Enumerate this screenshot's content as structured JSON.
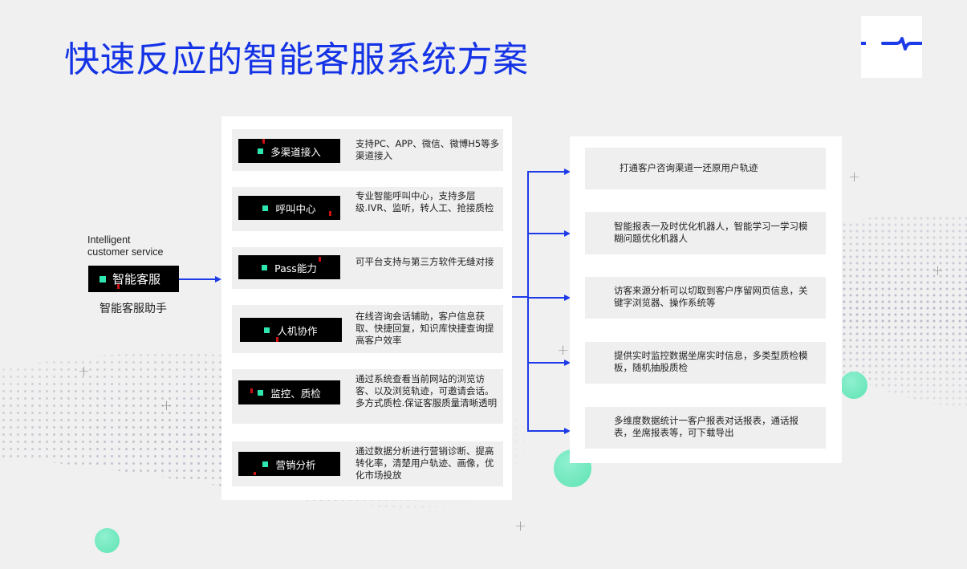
{
  "title": "快速反应的智能客服系统方案",
  "logo": {
    "icon": "pulse-wave-icon",
    "color": "#1d3be8"
  },
  "root_node": {
    "english_label_line1": "Intelligent",
    "english_label_line2": "customer service",
    "badge_label": "智能客服",
    "subtitle": "智能客服助手"
  },
  "features": [
    {
      "label": "多渠道接入",
      "description": "支持PC、APP、微信、微博H5等多渠道接入"
    },
    {
      "label": "呼叫中心",
      "description": "专业智能呼叫中心，支持多层级.IVR、监听，转人工、抢接质检"
    },
    {
      "label": "Pass能力",
      "description": "可平台支持与第三方软件无缝对接"
    },
    {
      "label": "人机协作",
      "description": "在线咨询会话辅助，客户信息获取、快捷回复，知识库快捷查询提高客户效率"
    },
    {
      "label": "监控、质检",
      "description": "通过系统查看当前网站的浏览访客、以及浏览轨迹，可邀请会话。多方式质检.保证客服质量清晰透明"
    },
    {
      "label": "营销分析",
      "description": "通过数据分析进行营销诊断、提高转化率，清楚用户轨迹、画像，优化市场投放"
    }
  ],
  "outcomes": [
    {
      "text": "打通客户咨询渠道一还原用户轨迹"
    },
    {
      "text": "智能报表一及时优化机器人，智能学习一学习模糊问题优化机器人"
    },
    {
      "text": "访客来源分析可以切取到客户序留网页信息，关键字浏览器、操作系统等"
    },
    {
      "text": "提供实时监控数据坐席实时信息，多类型质检模板，随机抽股质检"
    },
    {
      "text": "多维度数据统计一客户报表对话报表，通话报表，坐席报表等，可下载导出"
    }
  ],
  "colors": {
    "title": "#1433e6",
    "connector": "#1d3be8",
    "badge_bg": "#000000",
    "badge_marker": "#2ee6b0",
    "row_bg": "#efefef",
    "panel_bg": "#ffffff",
    "page_bg": "#f0f0f0",
    "accent_circle": "#6ee8be"
  }
}
